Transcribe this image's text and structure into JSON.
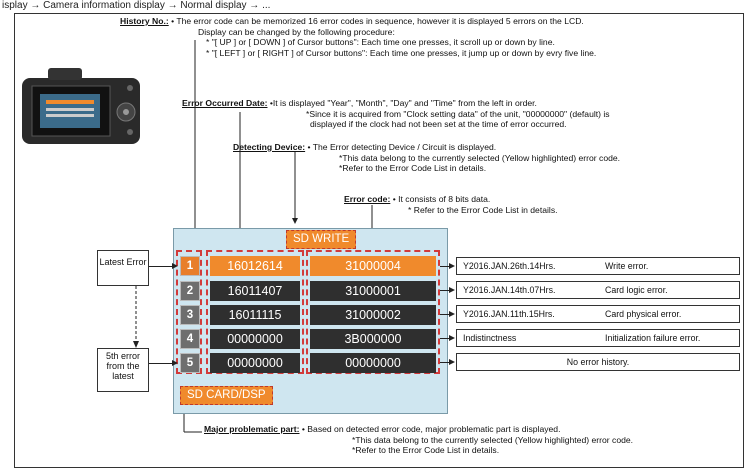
{
  "header": {
    "text": "isplay  →  Camera information display  →  Normal display  →  ..."
  },
  "history": {
    "label": "History No.:",
    "lines": [
      "• The error code can be memorized 16 error codes in sequence, however it is displayed 5 errors on the LCD.",
      "Display can be changed by the following procedure:",
      "* \"[ UP ] or [ DOWN ] of Cursor buttons\":  Each time one presses, it scroll up or down by line.",
      "* \"[ LEFT ] or [ RIGHT ] of Cursor buttons\":  Each time one presses, it jump up or down by evry five line."
    ]
  },
  "date": {
    "label": "Error Occurred Date:",
    "lines": [
      "•It is displayed \"Year\", \"Month\", \"Day\" and \"Time\" from the left in order.",
      "*Since it is acquired from \"Clock setting data\" of the unit, \"00000000\" (default) is",
      "displayed if the clock had not been set at the time of error occurred."
    ]
  },
  "device": {
    "label": "Detecting Device:",
    "lines": [
      "• The Error detecting Device / Circuit is displayed.",
      "*This data belong to the currently selected (Yellow highlighted) error code.",
      "*Refer to the Error Code List in details."
    ]
  },
  "code": {
    "label": "Error code:",
    "lines": [
      "• It consists of 8 bits data.",
      "* Refer to the Error Code List in details."
    ]
  },
  "panel": {
    "device_tag": "SD WRITE",
    "part_tag": "SD CARD/DSP",
    "rows": [
      {
        "no": "1",
        "date": "16012614",
        "code": "31000004"
      },
      {
        "no": "2",
        "date": "16011407",
        "code": "31000001"
      },
      {
        "no": "3",
        "date": "16011115",
        "code": "31000002"
      },
      {
        "no": "4",
        "date": "00000000",
        "code": "3B000000"
      },
      {
        "no": "5",
        "date": "00000000",
        "code": "00000000"
      }
    ]
  },
  "side_labels": {
    "latest": "Latest Error",
    "fifth": "5th error from the latest"
  },
  "results": [
    {
      "date": "Y2016.JAN.26th.14Hrs.",
      "msg": "Write error."
    },
    {
      "date": "Y2016.JAN.14th.07Hrs.",
      "msg": "Card logic error."
    },
    {
      "date": "Y2016.JAN.11th.15Hrs.",
      "msg": "Card physical error."
    },
    {
      "date": "Indistinctness",
      "msg": "Initialization failure error."
    },
    {
      "center": "No error history."
    }
  ],
  "major": {
    "label": "Major problematic part:",
    "lines": [
      "• Based on detected error code, major problematic part is displayed.",
      "*This data belong to the currently selected (Yellow highlighted) error code.",
      "*Refer to the Error Code List in details."
    ]
  },
  "colors": {
    "panel_bg": "#cfe6f0",
    "orange": "#f08a2c",
    "dashed": "#d23a3a",
    "dark_cell": "#2f2f2f"
  }
}
